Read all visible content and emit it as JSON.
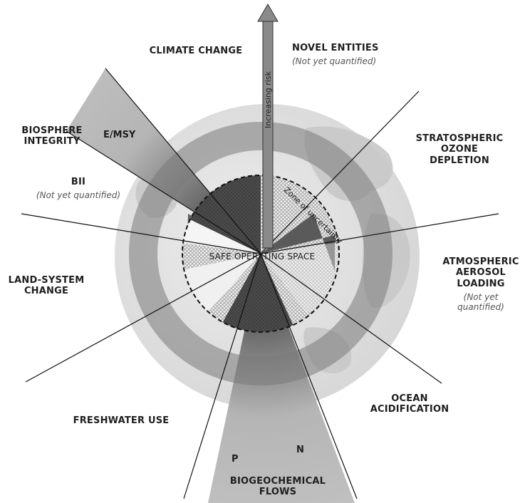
{
  "center_label": "SAFE OPERATING SPACE",
  "zone_label": "Zone of uncertainty",
  "arrow_label": "Increasing risk",
  "boundaries": {
    "climate_change": {
      "title": "CLIMATE CHANGE"
    },
    "novel_entities": {
      "title": "NOVEL ENTITIES",
      "note": "(Not yet quantified)"
    },
    "stratospheric_ozone": {
      "title_line1": "STRATOSPHERIC OZONE",
      "title_line2": "DEPLETION"
    },
    "aerosol_loading": {
      "title_line1": "ATMOSPHERIC",
      "title_line2": "AEROSOL",
      "title_line3": "LOADING",
      "note": "(Not yet quantified)"
    },
    "ocean_acidification": {
      "title_line1": "OCEAN",
      "title_line2": "ACIDIFICATION"
    },
    "biogeochemical_flows": {
      "title_line1": "BIOGEOCHEMICAL",
      "title_line2": "FLOWS",
      "sub_p": "P",
      "sub_n": "N"
    },
    "freshwater_use": {
      "title": "FRESHWATER USE"
    },
    "land_system_change": {
      "title_line1": "LAND-SYSTEM",
      "title_line2": "CHANGE"
    },
    "biosphere_integrity": {
      "title_line1": "BIOSPHERE",
      "title_line2": "INTEGRITY",
      "sub_emsy": "E/MSY",
      "sub_bii": "BII",
      "bii_note": "(Not yet quantified)"
    }
  },
  "colors": {
    "globe": "#dedede",
    "continents": "#c9c9c9",
    "beyond_zone": "#6f6f6f",
    "high_risk_sector": "#bdbdbd",
    "uncertainty_fill": "#cfcfcf",
    "arrow": "#8a8a8a"
  }
}
